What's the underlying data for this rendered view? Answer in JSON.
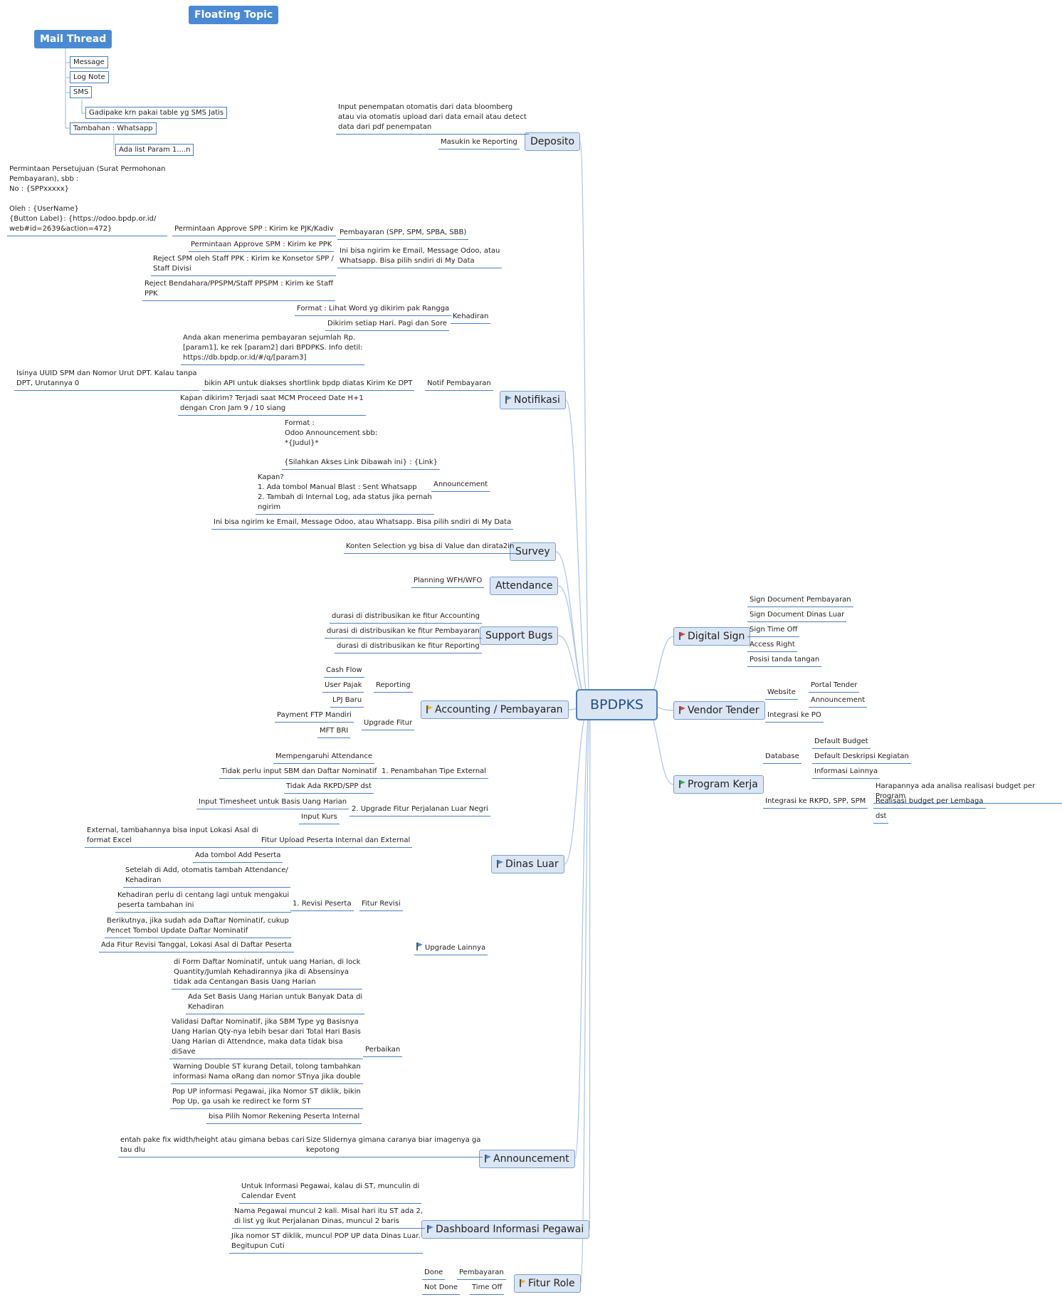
{
  "colors": {
    "line": "#a9c3e6",
    "underline": "#4a7fc1",
    "topic_fill": "#dbe6f4",
    "flag_blue": "#4a8ad4",
    "flag_red": "#e0403a",
    "flag_yellow": "#f3b324",
    "flag_green": "#2fb35a"
  },
  "floating": {
    "floating_topic": "Floating Topic",
    "mail_thread": "Mail Thread"
  },
  "mail": {
    "message": "Message",
    "log_note": "Log Note",
    "sms": "SMS",
    "gadipake": "Gadipake krn pakai table yg SMS Jatis",
    "tambahan": "Tambahan : Whatsapp",
    "ada_list": "Ada list Param 1....n"
  },
  "root": "BPDPKS",
  "deposito": {
    "title": "Deposito",
    "input": "Input penempatan otomatis dari data bloomberg\natau via otomatis upload dari data email atau detect\ndata dari pdf penempatan",
    "masukin": "Masukin ke Reporting"
  },
  "notifikasi": {
    "title": "Notifikasi",
    "permintaan_text": "Permintaan Persetujuan (Surat Permohonan\nPembayaran), sbb :\nNo : {SPPxxxxx}\n\nOleh : {UserName}\n{Button Label}: {https://odoo.bpdp.or.id/\nweb#id=2639&action=472}",
    "approve_spp": "Permintaan Approve SPP : Kirim ke PJK/Kadiv",
    "approve_spm": "Permintaan Approve SPM : Kirim ke PPK",
    "reject_spm": "Reject SPM oleh Staff PPK : Kirim ke Konsetor SPP /\nStaff Divisi",
    "reject_bend": "Reject Bendahara/PPSPM/Staff PPSPM : Kirim ke Staff\nPPK",
    "pembayaran": "Pembayaran (SPP, SPM, SPBA, SBB)",
    "bisa_ngirim": "Ini bisa ngirim ke Email, Message Odoo, atau\nWhatsapp. Bisa pilih sndiri di My Data",
    "format_lihat": "Format :  Lihat Word yg dikirim pak Rangga",
    "dikirim": "Dikirim setiap Hari. Pagi dan Sore",
    "kehadiran": "Kehadiran",
    "anda_akan": "Anda akan menerima pembayaran sejumlah Rp.\n[param1], ke rek [param2] dari BPDPKS. Info detil:\nhttps://db.bpdp.or.id/#/q/[param3]",
    "isinya": "Isinya UUID SPM dan Nomor Urut DPT. Kalau tanpa\nDPT, Urutannya 0",
    "bikin_api": "bikin API untuk diakses shortlink bpdp diatas",
    "kapan_dikirim": "Kapan dikirim? Terjadi saat MCM Proceed Date H+1\ndengan Cron Jam 9 / 10 siang",
    "kirim_dpt": "Kirim Ke DPT",
    "notif_pembayaran": "Notif Pembayaran",
    "format_odoo": "Format :\nOdoo Announcement sbb:\n*{Judul}*",
    "silahkan": "{Silahkan Akses Link Dibawah ini} : {Link}",
    "kapan": "Kapan?\n1. Ada tombol Manual Blast : Sent Whatsapp\n2. Tambah di Internal Log, ada status jika pernah\nngirim",
    "announcement": "Announcement",
    "bisa_ngirim2": "Ini bisa ngirim ke Email, Message Odoo, atau Whatsapp. Bisa pilih sndiri di My Data"
  },
  "survey": {
    "title": "Survey",
    "konten": "Konten Selection yg bisa di Value dan dirata2in"
  },
  "attendance": {
    "title": "Attendance",
    "planning": "Planning WFH/WFO"
  },
  "support": {
    "title": "Support Bugs",
    "items": [
      "durasi di distribusikan ke fitur Accounting",
      "durasi di distribusikan ke fitur Pembayaran",
      "durasi di distribusikan ke fitur Reporting"
    ]
  },
  "accounting": {
    "title": "Accounting / Pembayaran",
    "cash_flow": "Cash Flow",
    "user_pajak": "User Pajak",
    "lpj_baru": "LPJ Baru",
    "reporting": "Reporting",
    "payment_ftp": "Payment FTP Mandiri",
    "mft_bri": "MFT BRI",
    "upgrade_fitur": "Upgrade Fitur"
  },
  "dinas": {
    "title": "Dinas Luar",
    "mempengaruhi": "Mempengaruhi Attendance",
    "tidak_perlu": "Tidak perlu input SBM dan Daftar Nominatif",
    "tidak_ada": "Tidak Ada RKPD/SPP dst",
    "penambahan": "1. Penambahan Tipe External",
    "input_timesheet": "Input Timesheet untuk Basis Uang Harian",
    "input_kurs": "Input Kurs",
    "upgrade_perjalanan": "2. Upgrade Fitur Perjalanan Luar Negri",
    "external": "External, tambahannya bisa input Lokasi Asal di\nformat Excel",
    "fitur_upload": "Fitur Upload Peserta Internal dan External",
    "ada_tombol": "Ada tombol Add Peserta",
    "setelah": "Setelah di Add, otomatis tambah Attendance/\nKehadiran",
    "kehadiran_perlu": "Kehadiran perlu di centang lagi untuk mengakui\npeserta tambahan ini",
    "berikutnya": "Berikutnya, jika sudah ada Daftar Nominatif, cukup\nPencet Tombol Update Daftar Nominatif",
    "ada_fitur_revisi": "Ada Fitur Revisi Tanggal, Lokasi Asal di Daftar Peserta",
    "revisi_peserta": "1. Revisi Peserta",
    "fitur_revisi": "Fitur Revisi",
    "upgrade_lainnya": "Upgrade Lainnya",
    "di_form": "di Form Daftar Nominatif, untuk uang Harian, di lock\nQuantity/Jumlah Kehadirannya jika di Absensinya\ntidak ada Centangan Basis Uang Harian",
    "ada_set": "Ada Set Basis Uang Harian untuk Banyak Data di\nKehadiran",
    "validasi": "Validasi Daftar Nominatif, jika SBM Type yg Basisnya\nUang Harian Qty-nya  lebih besar dari Total Hari Basis\nUang Harian di Attendnce, maka data tidak bisa\ndiSave",
    "warning": "Warning Double ST kurang Detail, tolong tambahkan\ninformasi Nama oRang dan nomor STnya jika double",
    "pop_up": "Pop UP informasi Pegawai, jika Nomor ST diklik, bikin\nPop Up, ga usah ke redirect ke form ST",
    "bisa_pilih": "bisa Pilih Nomor Rekening Peserta Internal",
    "perbaikan": "Perbaikan"
  },
  "announcement": {
    "title": "Announcement",
    "entah": "entah pake fix width/height atau gimana bebas cari\ntau dlu",
    "size": "Size Slidernya gimana caranya biar imagenya ga\nkepotong"
  },
  "dashboard": {
    "title": "Dashboard Informasi Pegawai",
    "untuk": "Untuk Informasi Pegawai, kalau di ST, munculin di\nCalendar Event",
    "nama": "Nama Pegawai muncul 2 kali. Misal hari itu ST ada 2,\ndi list yg ikut Perjalanan Dinas, muncul 2 baris",
    "jika": "Jika nomor ST diklik, muncul POP UP data Dinas Luar.\nBegitupun Cuti"
  },
  "fitur_role": {
    "title": "Fitur Role",
    "done": "Done",
    "pembayaran": "Pembayaran",
    "not_done": "Not Done",
    "time_off": "Time Off"
  },
  "digital_sign": {
    "title": "Digital Sign",
    "items": [
      "Sign Document Pembayaran",
      "Sign Document Dinas Luar",
      "Sign Time Off",
      "Access Right",
      "Posisi tanda tangan"
    ]
  },
  "vendor": {
    "title": "Vendor Tender",
    "website": "Website",
    "portal": "Portal Tender",
    "announcement": "Announcement",
    "integrasi": "Integrasi ke PO"
  },
  "program": {
    "title": "Program Kerja",
    "database": "Database",
    "default_budget": "Default Budget",
    "default_deskripsi": "Default Deskripsi Kegiatan",
    "informasi": "Informasi Lainnya",
    "integrasi": "Integrasi ke RKPD, SPP, SPM",
    "harapannya": "Harapannya ada analisa realisasi budget per Program",
    "realisasi": "Realisasi budget per Lembaga",
    "dst": "dst"
  }
}
